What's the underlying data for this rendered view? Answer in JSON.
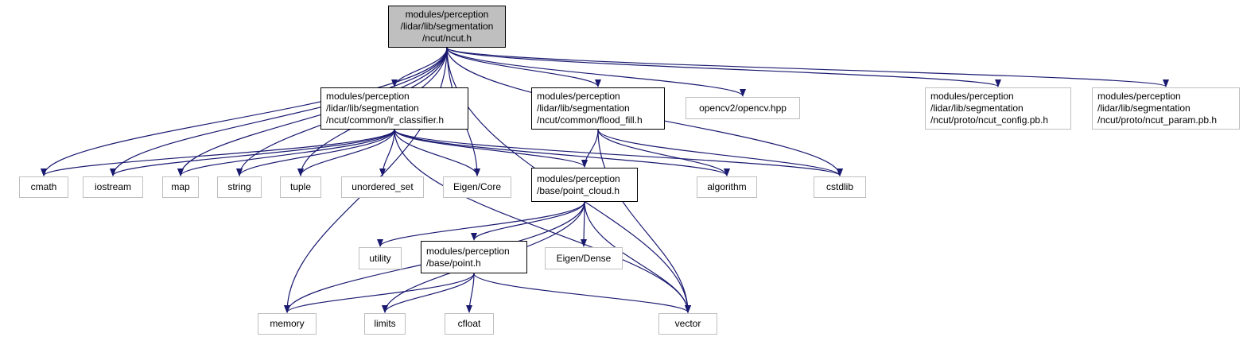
{
  "colors": {
    "edge": "#191970",
    "internal_border": "#000000",
    "external_border": "#bfbfbf",
    "root_fill": "#bfbfbf"
  },
  "nodes": [
    {
      "id": "ncut_h",
      "lines": [
        "modules/perception",
        "/lidar/lib/segmentation",
        "/ncut/ncut.h"
      ],
      "kind": "root"
    },
    {
      "id": "lr_classifier_h",
      "lines": [
        "modules/perception",
        "/lidar/lib/segmentation",
        "/ncut/common/lr_classifier.h"
      ],
      "kind": "internal"
    },
    {
      "id": "flood_fill_h",
      "lines": [
        "modules/perception",
        "/lidar/lib/segmentation",
        "/ncut/common/flood_fill.h"
      ],
      "kind": "internal"
    },
    {
      "id": "opencv_hpp",
      "lines": [
        "opencv2/opencv.hpp"
      ],
      "kind": "external"
    },
    {
      "id": "ncut_config_pb_h",
      "lines": [
        "modules/perception",
        "/lidar/lib/segmentation",
        "/ncut/proto/ncut_config.pb.h"
      ],
      "kind": "external"
    },
    {
      "id": "ncut_param_pb_h",
      "lines": [
        "modules/perception",
        "/lidar/lib/segmentation",
        "/ncut/proto/ncut_param.pb.h"
      ],
      "kind": "external"
    },
    {
      "id": "cmath",
      "lines": [
        "cmath"
      ],
      "kind": "external"
    },
    {
      "id": "iostream",
      "lines": [
        "iostream"
      ],
      "kind": "external"
    },
    {
      "id": "map",
      "lines": [
        "map"
      ],
      "kind": "external"
    },
    {
      "id": "string",
      "lines": [
        "string"
      ],
      "kind": "external"
    },
    {
      "id": "tuple",
      "lines": [
        "tuple"
      ],
      "kind": "external"
    },
    {
      "id": "unordered_set",
      "lines": [
        "unordered_set"
      ],
      "kind": "external"
    },
    {
      "id": "eigen_core",
      "lines": [
        "Eigen/Core"
      ],
      "kind": "external"
    },
    {
      "id": "point_cloud_h",
      "lines": [
        "modules/perception",
        "/base/point_cloud.h"
      ],
      "kind": "internal"
    },
    {
      "id": "algorithm",
      "lines": [
        "algorithm"
      ],
      "kind": "external"
    },
    {
      "id": "cstdlib",
      "lines": [
        "cstdlib"
      ],
      "kind": "external"
    },
    {
      "id": "utility",
      "lines": [
        "utility"
      ],
      "kind": "external"
    },
    {
      "id": "point_h",
      "lines": [
        "modules/perception",
        "/base/point.h"
      ],
      "kind": "internal"
    },
    {
      "id": "eigen_dense",
      "lines": [
        "Eigen/Dense"
      ],
      "kind": "external"
    },
    {
      "id": "memory",
      "lines": [
        "memory"
      ],
      "kind": "external"
    },
    {
      "id": "limits",
      "lines": [
        "limits"
      ],
      "kind": "external"
    },
    {
      "id": "cfloat",
      "lines": [
        "cfloat"
      ],
      "kind": "external"
    },
    {
      "id": "vector",
      "lines": [
        "vector"
      ],
      "kind": "external"
    }
  ],
  "edges": [
    [
      "ncut_h",
      "lr_classifier_h"
    ],
    [
      "ncut_h",
      "flood_fill_h"
    ],
    [
      "ncut_h",
      "opencv_hpp"
    ],
    [
      "ncut_h",
      "ncut_config_pb_h"
    ],
    [
      "ncut_h",
      "ncut_param_pb_h"
    ],
    [
      "ncut_h",
      "cmath"
    ],
    [
      "ncut_h",
      "iostream"
    ],
    [
      "ncut_h",
      "map"
    ],
    [
      "ncut_h",
      "string"
    ],
    [
      "ncut_h",
      "tuple"
    ],
    [
      "ncut_h",
      "eigen_core"
    ],
    [
      "ncut_h",
      "cstdlib"
    ],
    [
      "ncut_h",
      "memory"
    ],
    [
      "ncut_h",
      "vector"
    ],
    [
      "lr_classifier_h",
      "cmath"
    ],
    [
      "lr_classifier_h",
      "iostream"
    ],
    [
      "lr_classifier_h",
      "map"
    ],
    [
      "lr_classifier_h",
      "string"
    ],
    [
      "lr_classifier_h",
      "tuple"
    ],
    [
      "lr_classifier_h",
      "unordered_set"
    ],
    [
      "lr_classifier_h",
      "eigen_core"
    ],
    [
      "lr_classifier_h",
      "point_cloud_h"
    ],
    [
      "lr_classifier_h",
      "algorithm"
    ],
    [
      "lr_classifier_h",
      "cstdlib"
    ],
    [
      "lr_classifier_h",
      "vector"
    ],
    [
      "flood_fill_h",
      "point_cloud_h"
    ],
    [
      "flood_fill_h",
      "algorithm"
    ],
    [
      "flood_fill_h",
      "cstdlib"
    ],
    [
      "flood_fill_h",
      "vector"
    ],
    [
      "point_cloud_h",
      "utility"
    ],
    [
      "point_cloud_h",
      "point_h"
    ],
    [
      "point_cloud_h",
      "eigen_dense"
    ],
    [
      "point_cloud_h",
      "memory"
    ],
    [
      "point_cloud_h",
      "limits"
    ],
    [
      "point_cloud_h",
      "vector"
    ],
    [
      "point_h",
      "memory"
    ],
    [
      "point_h",
      "limits"
    ],
    [
      "point_h",
      "cfloat"
    ],
    [
      "point_h",
      "vector"
    ]
  ]
}
